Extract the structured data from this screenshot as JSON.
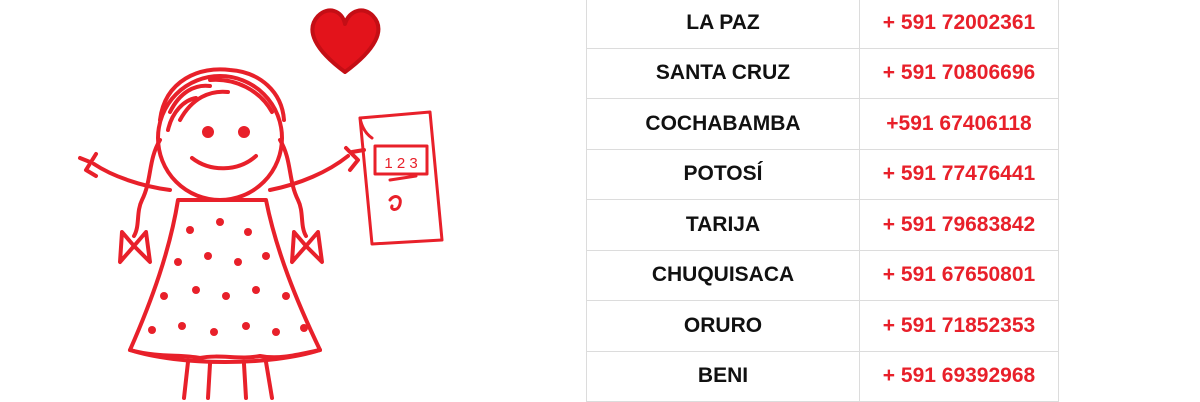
{
  "colors": {
    "accent": "#e8202a",
    "text": "#111111",
    "border": "#dcdcdc",
    "heart": "#e3131b"
  },
  "illustration": {
    "icons": [
      "girl-drawing",
      "heart-icon",
      "notebook-icon"
    ],
    "notebook_text": "1 2 3"
  },
  "contacts": [
    {
      "city": "LA PAZ",
      "phone": "+ 591 72002361"
    },
    {
      "city": "SANTA CRUZ",
      "phone": "+ 591 70806696"
    },
    {
      "city": "COCHABAMBA",
      "phone": "+591 67406118"
    },
    {
      "city": "POTOSÍ",
      "phone": "+ 591 77476441"
    },
    {
      "city": "TARIJA",
      "phone": "+ 591 79683842"
    },
    {
      "city": "CHUQUISACA",
      "phone": "+ 591 67650801"
    },
    {
      "city": "ORURO",
      "phone": "+ 591 71852353"
    },
    {
      "city": "BENI",
      "phone": "+ 591 69392968"
    }
  ]
}
